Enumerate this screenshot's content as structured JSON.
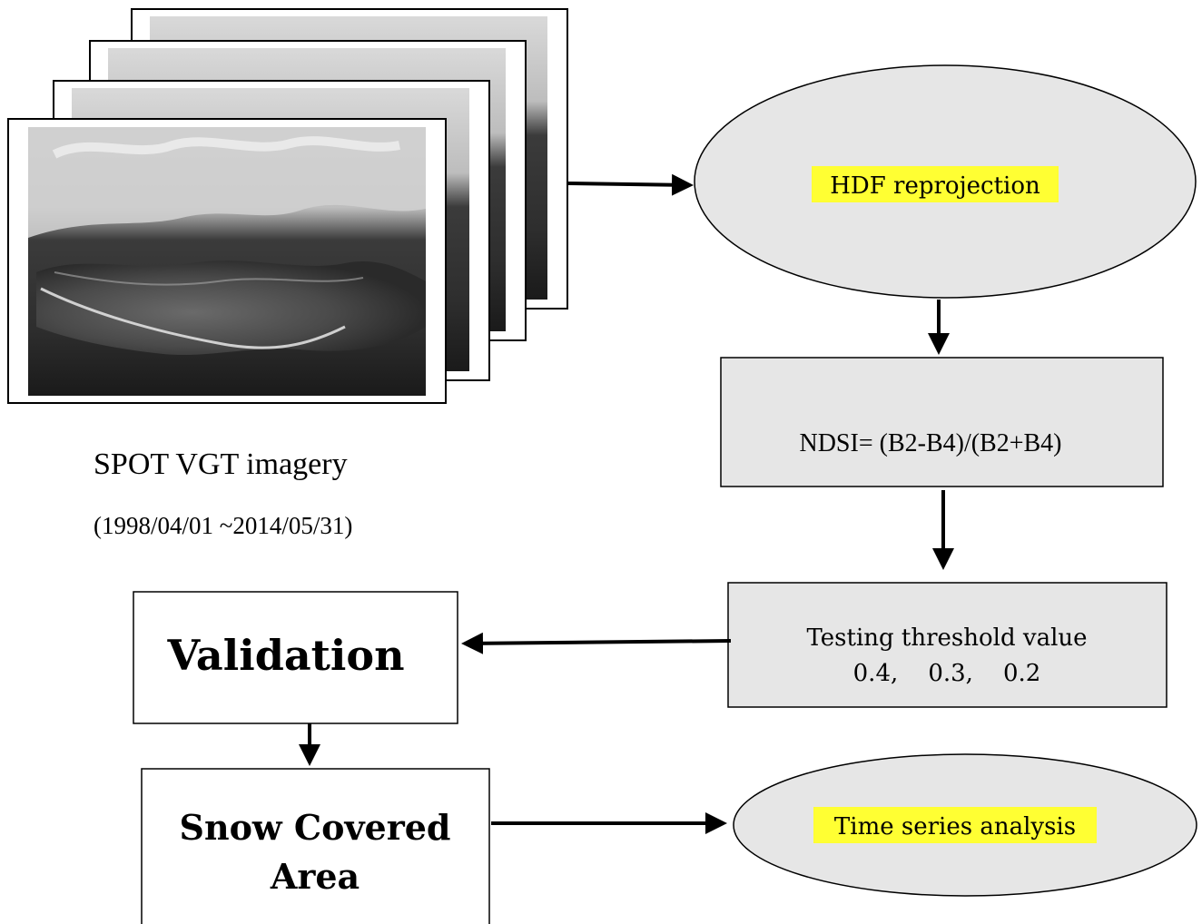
{
  "imagery": {
    "label": "SPOT VGT imagery",
    "date_range": "(1998/04/01 ~2014/05/31)",
    "stack_count": 4
  },
  "steps": {
    "hdf_reprojection": "HDF reprojection",
    "ndsi_formula": "NDSI= (B2-B4)/(B2+B4)",
    "threshold_title": "Testing threshold value",
    "threshold_values": "0.4,    0.3,    0.2",
    "validation": "Validation",
    "snow_area_line1": "Snow Covered",
    "snow_area_line2": "Area",
    "time_series": "Time series analysis"
  },
  "colors": {
    "box_fill": "#e6e6e6",
    "highlight": "#ffff33",
    "stroke": "#000000"
  }
}
